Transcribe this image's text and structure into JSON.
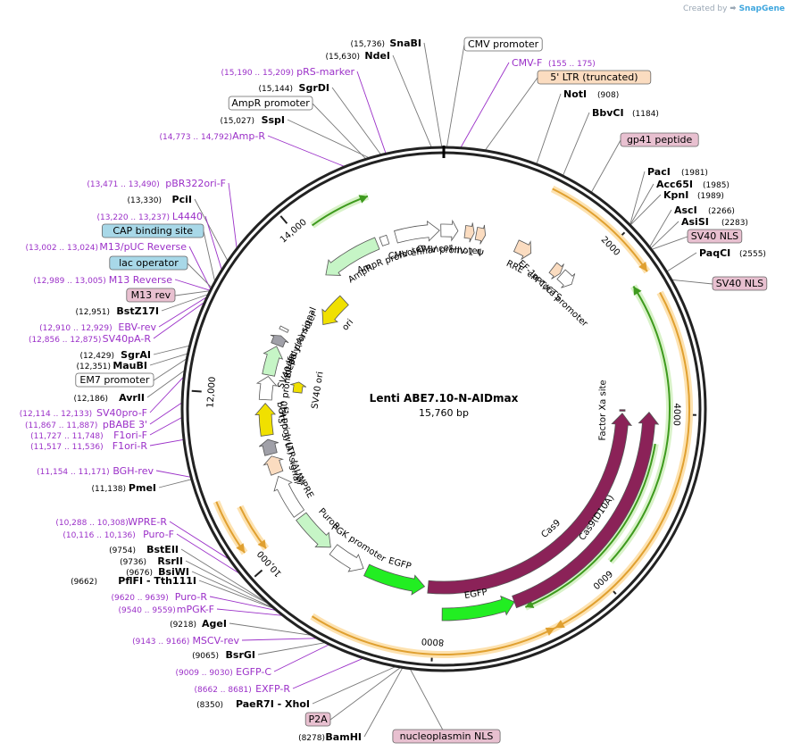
{
  "credit": {
    "prefix": "Created by",
    "brand": "SnapGene"
  },
  "plasmid": {
    "name": "Lenti ABE7.10-N-AIDmax",
    "size": "15,760 bp",
    "length": 15760
  },
  "ticks": [
    {
      "pos": 2000,
      "label": "2000"
    },
    {
      "pos": 4000,
      "label": "4000"
    },
    {
      "pos": 6000,
      "label": "6000"
    },
    {
      "pos": 8000,
      "label": "8000"
    },
    {
      "pos": 10000,
      "label": "10,000"
    },
    {
      "pos": 12000,
      "label": "12,000"
    },
    {
      "pos": 14000,
      "label": "14,000"
    }
  ],
  "colors": {
    "enzyme": "#000000",
    "primer": "#9b30c8",
    "line": "#777777",
    "orange": "#e0a030",
    "green_ann": "#3e9a1e",
    "cas9": "#8b2258",
    "egfp": "#22ee22",
    "resist": "#c6f5c6",
    "ori": "#f0e000",
    "ltr": "#fbdcc0",
    "promoter": "#ffffff",
    "polyA": "#a0a0a8",
    "pink_label": "#e8c0d0",
    "blue_label": "#a8d8e8"
  },
  "top_labels": [
    {
      "coord": "(15,736)",
      "name": "SnaBI",
      "type": "enzyme",
      "pos": 15740
    },
    {
      "coord": "(15,630)",
      "name": "NdeI",
      "type": "enzyme",
      "pos": 15640
    },
    {
      "coord": "(15,190 .. 15,209)",
      "name": "pRS-marker",
      "type": "primer",
      "pos": 15200
    },
    {
      "coord": "(15,144)",
      "name": "SgrDI",
      "type": "enzyme",
      "pos": 15150
    },
    {
      "coord": "",
      "name": "AmpR promoter",
      "type": "boxed",
      "pos": 15000
    },
    {
      "coord": "(15,027)",
      "name": "SspI",
      "type": "enzyme",
      "pos": 15030
    },
    {
      "coord": "(14,773 .. 14,792)",
      "name": "Amp-R",
      "type": "primer",
      "pos": 14780
    }
  ],
  "right_labels": [
    {
      "name": "CMV promoter",
      "coord": "",
      "type": "boxed",
      "pos": 30
    },
    {
      "name": "CMV-F",
      "coord": "(155 .. 175)",
      "type": "primer",
      "pos": 165
    },
    {
      "name": "5' LTR (truncated)",
      "coord": "",
      "type": "ltr",
      "pos": 400
    },
    {
      "name": "NotI",
      "coord": "(908)",
      "type": "enzyme",
      "pos": 908
    },
    {
      "name": "BbvCI",
      "coord": "(1184)",
      "type": "enzyme",
      "pos": 1184
    },
    {
      "name": "gp41 peptide",
      "coord": "",
      "type": "pink",
      "pos": 1500
    },
    {
      "name": "PacI",
      "coord": "(1981)",
      "type": "enzyme",
      "pos": 1981
    },
    {
      "name": "Acc65I",
      "coord": "(1985)",
      "type": "enzyme",
      "pos": 1985
    },
    {
      "name": "KpnI",
      "coord": "(1989)",
      "type": "enzyme",
      "pos": 1989
    },
    {
      "name": "AscI",
      "coord": "(2266)",
      "type": "enzyme",
      "pos": 2266
    },
    {
      "name": "AsiSI",
      "coord": "(2283)",
      "type": "enzyme",
      "pos": 2283
    },
    {
      "name": "SV40 NLS",
      "coord": "",
      "type": "pink",
      "pos": 2300
    },
    {
      "name": "PaqCI",
      "coord": "(2555)",
      "type": "enzyme",
      "pos": 2555
    },
    {
      "name": "SV40 NLS",
      "coord": "",
      "type": "pink",
      "pos": 2650
    }
  ],
  "left_labels": [
    {
      "coord": "(13,471 .. 13,490)",
      "name": "pBR322ori-F",
      "type": "primer",
      "pos": 13480
    },
    {
      "coord": "(13,330)",
      "name": "PciI",
      "type": "enzyme",
      "pos": 13330
    },
    {
      "coord": "(13,220 .. 13,237)",
      "name": "L4440",
      "type": "primer",
      "pos": 13228
    },
    {
      "coord": "",
      "name": "CAP binding site",
      "type": "blue",
      "pos": 13100
    },
    {
      "coord": "(13,002 .. 13,024)",
      "name": "M13/pUC Reverse",
      "type": "primer",
      "pos": 13013
    },
    {
      "coord": "",
      "name": "lac operator",
      "type": "blue",
      "pos": 13030
    },
    {
      "coord": "(12,989 .. 13,005)",
      "name": "M13 Reverse",
      "type": "primer",
      "pos": 12997
    },
    {
      "coord": "",
      "name": "M13 rev",
      "type": "pinkboxed",
      "pos": 12990
    },
    {
      "coord": "(12,951)",
      "name": "BstZ17I",
      "type": "enzyme",
      "pos": 12951
    },
    {
      "coord": "(12,910 .. 12,929)",
      "name": "EBV-rev",
      "type": "primer",
      "pos": 12920
    },
    {
      "coord": "(12,856 .. 12,875)",
      "name": "SV40pA-R",
      "type": "primer",
      "pos": 12865
    },
    {
      "coord": "(12,429)",
      "name": "SgrAI",
      "type": "enzyme",
      "pos": 12429
    },
    {
      "coord": "(12,351)",
      "name": "MauBI",
      "type": "enzyme",
      "pos": 12351
    },
    {
      "coord": "",
      "name": "EM7 promoter",
      "type": "boxed",
      "pos": 12300
    },
    {
      "coord": "(12,186)",
      "name": "AvrII",
      "type": "enzyme",
      "pos": 12186
    },
    {
      "coord": "(12,114 .. 12,133)",
      "name": "SV40pro-F",
      "type": "primer",
      "pos": 12123
    },
    {
      "coord": "(11,867 .. 11,887)",
      "name": "pBABE 3'",
      "type": "primer",
      "pos": 11877
    },
    {
      "coord": "(11,727 .. 11,748)",
      "name": "F1ori-F",
      "type": "primer",
      "pos": 11737
    },
    {
      "coord": "(11,517 .. 11,536)",
      "name": "F1ori-R",
      "type": "primer",
      "pos": 11526
    },
    {
      "coord": "(11,154 .. 11,171)",
      "name": "BGH-rev",
      "type": "primer",
      "pos": 11162
    },
    {
      "coord": "(11,138)",
      "name": "PmeI",
      "type": "enzyme",
      "pos": 11138
    },
    {
      "coord": "(10,288 .. 10,308)",
      "name": "WPRE-R",
      "type": "primer",
      "pos": 10298
    },
    {
      "coord": "(10,116 .. 10,136)",
      "name": "Puro-F",
      "type": "primer",
      "pos": 10126
    },
    {
      "coord": "(9754)",
      "name": "BstEII",
      "type": "enzyme",
      "pos": 9754
    },
    {
      "coord": "(9736)",
      "name": "RsrII",
      "type": "enzyme",
      "pos": 9736
    },
    {
      "coord": "(9676)",
      "name": "BsiWI",
      "type": "enzyme",
      "pos": 9676
    },
    {
      "coord": "(9662)",
      "name": "PflFI - Tth111I",
      "type": "enzyme",
      "pos": 9662
    },
    {
      "coord": "(9620 .. 9639)",
      "name": "Puro-R",
      "type": "primer",
      "pos": 9630
    },
    {
      "coord": "(9540 .. 9559)",
      "name": "mPGK-F",
      "type": "primer",
      "pos": 9550
    },
    {
      "coord": "(9218)",
      "name": "AgeI",
      "type": "enzyme",
      "pos": 9218
    },
    {
      "coord": "(9143 .. 9166)",
      "name": "MSCV-rev",
      "type": "primer",
      "pos": 9155
    },
    {
      "coord": "(9065)",
      "name": "BsrGI",
      "type": "enzyme",
      "pos": 9065
    },
    {
      "coord": "(9009 .. 9030)",
      "name": "EGFP-C",
      "type": "primer",
      "pos": 9020
    },
    {
      "coord": "(8662 .. 8681)",
      "name": "EXFP-R",
      "type": "primer",
      "pos": 8670
    },
    {
      "coord": "(8350)",
      "name": "PaeR7I - XhoI",
      "type": "enzyme",
      "pos": 8350
    },
    {
      "coord": "",
      "name": "P2A",
      "type": "pink",
      "pos": 8300
    },
    {
      "coord": "(8278)",
      "name": "BamHI",
      "type": "enzyme",
      "pos": 8278
    }
  ],
  "bottom_labels": [
    {
      "name": "nucleoplasmin NLS",
      "type": "pink",
      "pos": 8200
    }
  ],
  "features": [
    {
      "name": "Cas9(D10A)",
      "start": 3980,
      "end": 7000,
      "radius": 230,
      "width": 14,
      "type": "cas9",
      "direction": -1
    },
    {
      "name": "Cas9",
      "start": 4000,
      "end": 8100,
      "radius": 200,
      "width": 14,
      "type": "cas9",
      "direction": -1
    },
    {
      "name": "EGFP",
      "start": 7000,
      "end": 7900,
      "radius": 230,
      "width": 14,
      "type": "egfp",
      "direction": -1
    },
    {
      "name": "EGFP",
      "start": 8150,
      "end": 9000,
      "radius": 200,
      "width": 14,
      "type": "egfp",
      "direction": -1
    },
    {
      "name": "PGK promoter",
      "start": 9050,
      "end": 9550,
      "radius": 200,
      "width": 14,
      "type": "promoter",
      "direction": -1
    },
    {
      "name": "PuroR",
      "start": 9600,
      "end": 10200,
      "radius": 200,
      "width": 14,
      "type": "resist",
      "direction": -1
    },
    {
      "name": "WPRE",
      "start": 10250,
      "end": 10850,
      "radius": 200,
      "width": 14,
      "type": "promoter",
      "direction": 1
    },
    {
      "name": "3' LTR (ΔU3)",
      "start": 10900,
      "end": 11150,
      "radius": 200,
      "width": 14,
      "type": "ltr",
      "direction": 1
    },
    {
      "name": "bGH poly(A) signal",
      "start": 11180,
      "end": 11390,
      "radius": 200,
      "width": 14,
      "type": "polyA",
      "direction": 1
    },
    {
      "name": "f1 ori",
      "start": 11450,
      "end": 11900,
      "radius": 200,
      "width": 14,
      "type": "ori",
      "direction": 1
    },
    {
      "name": "SV40 promoter",
      "start": 11950,
      "end": 12280,
      "radius": 200,
      "width": 14,
      "type": "promoter",
      "direction": 1
    },
    {
      "name": "BleoR",
      "start": 12300,
      "end": 12720,
      "radius": 200,
      "width": 14,
      "type": "resist",
      "direction": 1
    },
    {
      "name": "SV40 poly(A) signal",
      "start": 12740,
      "end": 12880,
      "radius": 200,
      "width": 14,
      "type": "polyA",
      "direction": 1
    },
    {
      "name": "lac promoter",
      "start": 12960,
      "end": 13000,
      "radius": 200,
      "width": 10,
      "type": "promoter",
      "direction": 1
    },
    {
      "name": "ori",
      "start": 13350,
      "end": 13900,
      "radius": 165,
      "width": 14,
      "type": "ori",
      "direction": -1
    },
    {
      "name": "AmpR",
      "start": 13950,
      "end": 14800,
      "radius": 200,
      "width": 14,
      "type": "resist",
      "direction": -1
    },
    {
      "name": "AmpR promoter",
      "start": 14860,
      "end": 14960,
      "radius": 200,
      "width": 10,
      "type": "promoter",
      "direction": -1
    },
    {
      "name": "CMV enhancer",
      "start": 15080,
      "end": 15700,
      "radius": 200,
      "width": 14,
      "type": "promoter",
      "direction": 1
    },
    {
      "name": "CMV promoter",
      "start": 15720,
      "end": 200,
      "radius": 200,
      "width": 14,
      "type": "promoter",
      "direction": 1
    },
    {
      "name": "HIV-1 Ψ",
      "start": 300,
      "end": 430,
      "radius": 200,
      "width": 14,
      "type": "ltr",
      "direction": 1
    },
    {
      "name": "",
      "start": 460,
      "end": 590,
      "radius": 200,
      "width": 14,
      "type": "ltr",
      "direction": 1
    },
    {
      "name": "RRE",
      "start": 1050,
      "end": 1280,
      "radius": 200,
      "width": 14,
      "type": "ltr",
      "direction": 1
    },
    {
      "name": "cPPT/CTS",
      "start": 1650,
      "end": 1780,
      "radius": 200,
      "width": 14,
      "type": "ltr",
      "direction": 1
    },
    {
      "name": "EF-1α core promoter",
      "start": 1800,
      "end": 2000,
      "radius": 200,
      "width": 14,
      "type": "promoter",
      "direction": 1
    },
    {
      "name": "SV40 ori",
      "start": 12100,
      "end": 12280,
      "radius": 165,
      "width": 10,
      "type": "ori",
      "direction": 1
    },
    {
      "name": "Factor Xa site",
      "start": 3950,
      "end": 3970,
      "radius": 200,
      "width": 6,
      "type": "pinkfeat",
      "direction": 1
    }
  ],
  "annotations_outer": [
    {
      "start": 1150,
      "end": 2450,
      "radius": 275,
      "type": "orange",
      "direction": 1
    },
    {
      "start": 2700,
      "end": 6700,
      "radius": 275,
      "type": "orange",
      "direction": 1
    },
    {
      "start": 6700,
      "end": 9300,
      "radius": 275,
      "type": "orange",
      "direction": -1
    },
    {
      "start": 2500,
      "end": 5800,
      "radius": 253,
      "type": "green",
      "direction": -1
    },
    {
      "start": 4350,
      "end": 6900,
      "radius": 240,
      "type": "green",
      "direction": 1
    },
    {
      "start": 10250,
      "end": 10850,
      "radius": 275,
      "type": "orange",
      "direction": -1
    },
    {
      "start": 10150,
      "end": 10700,
      "radius": 253,
      "type": "orange",
      "direction": -1
    },
    {
      "start": 14200,
      "end": 14900,
      "radius": 253,
      "type": "green",
      "direction": 1
    }
  ]
}
